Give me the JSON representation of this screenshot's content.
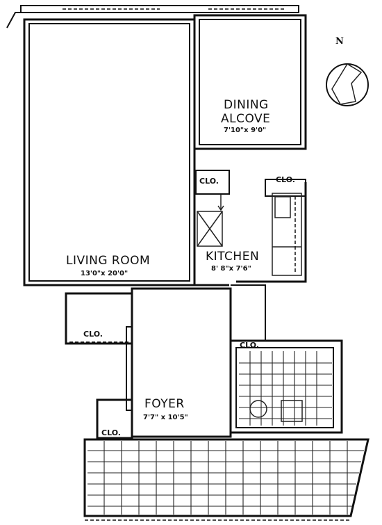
{
  "rooms": {
    "living": {
      "name": "LIVING ROOM",
      "dims": "13'0\"x 20'0\""
    },
    "dining": {
      "name_line1": "DINING",
      "name_line2": "ALCOVE",
      "dims": "7'10\"x 9'0\""
    },
    "kitchen": {
      "name": "KITCHEN",
      "dims": "8' 8\"x 7'6\""
    },
    "foyer": {
      "name": "FOYER",
      "dims": "7'7\" x 10'5\""
    }
  },
  "closets": {
    "kitchen_left": "CLO.",
    "kitchen_right": "CLO.",
    "hall": "CLO.",
    "bath": "CLO.",
    "entry": "CLO."
  },
  "compass": {
    "label": "N"
  }
}
